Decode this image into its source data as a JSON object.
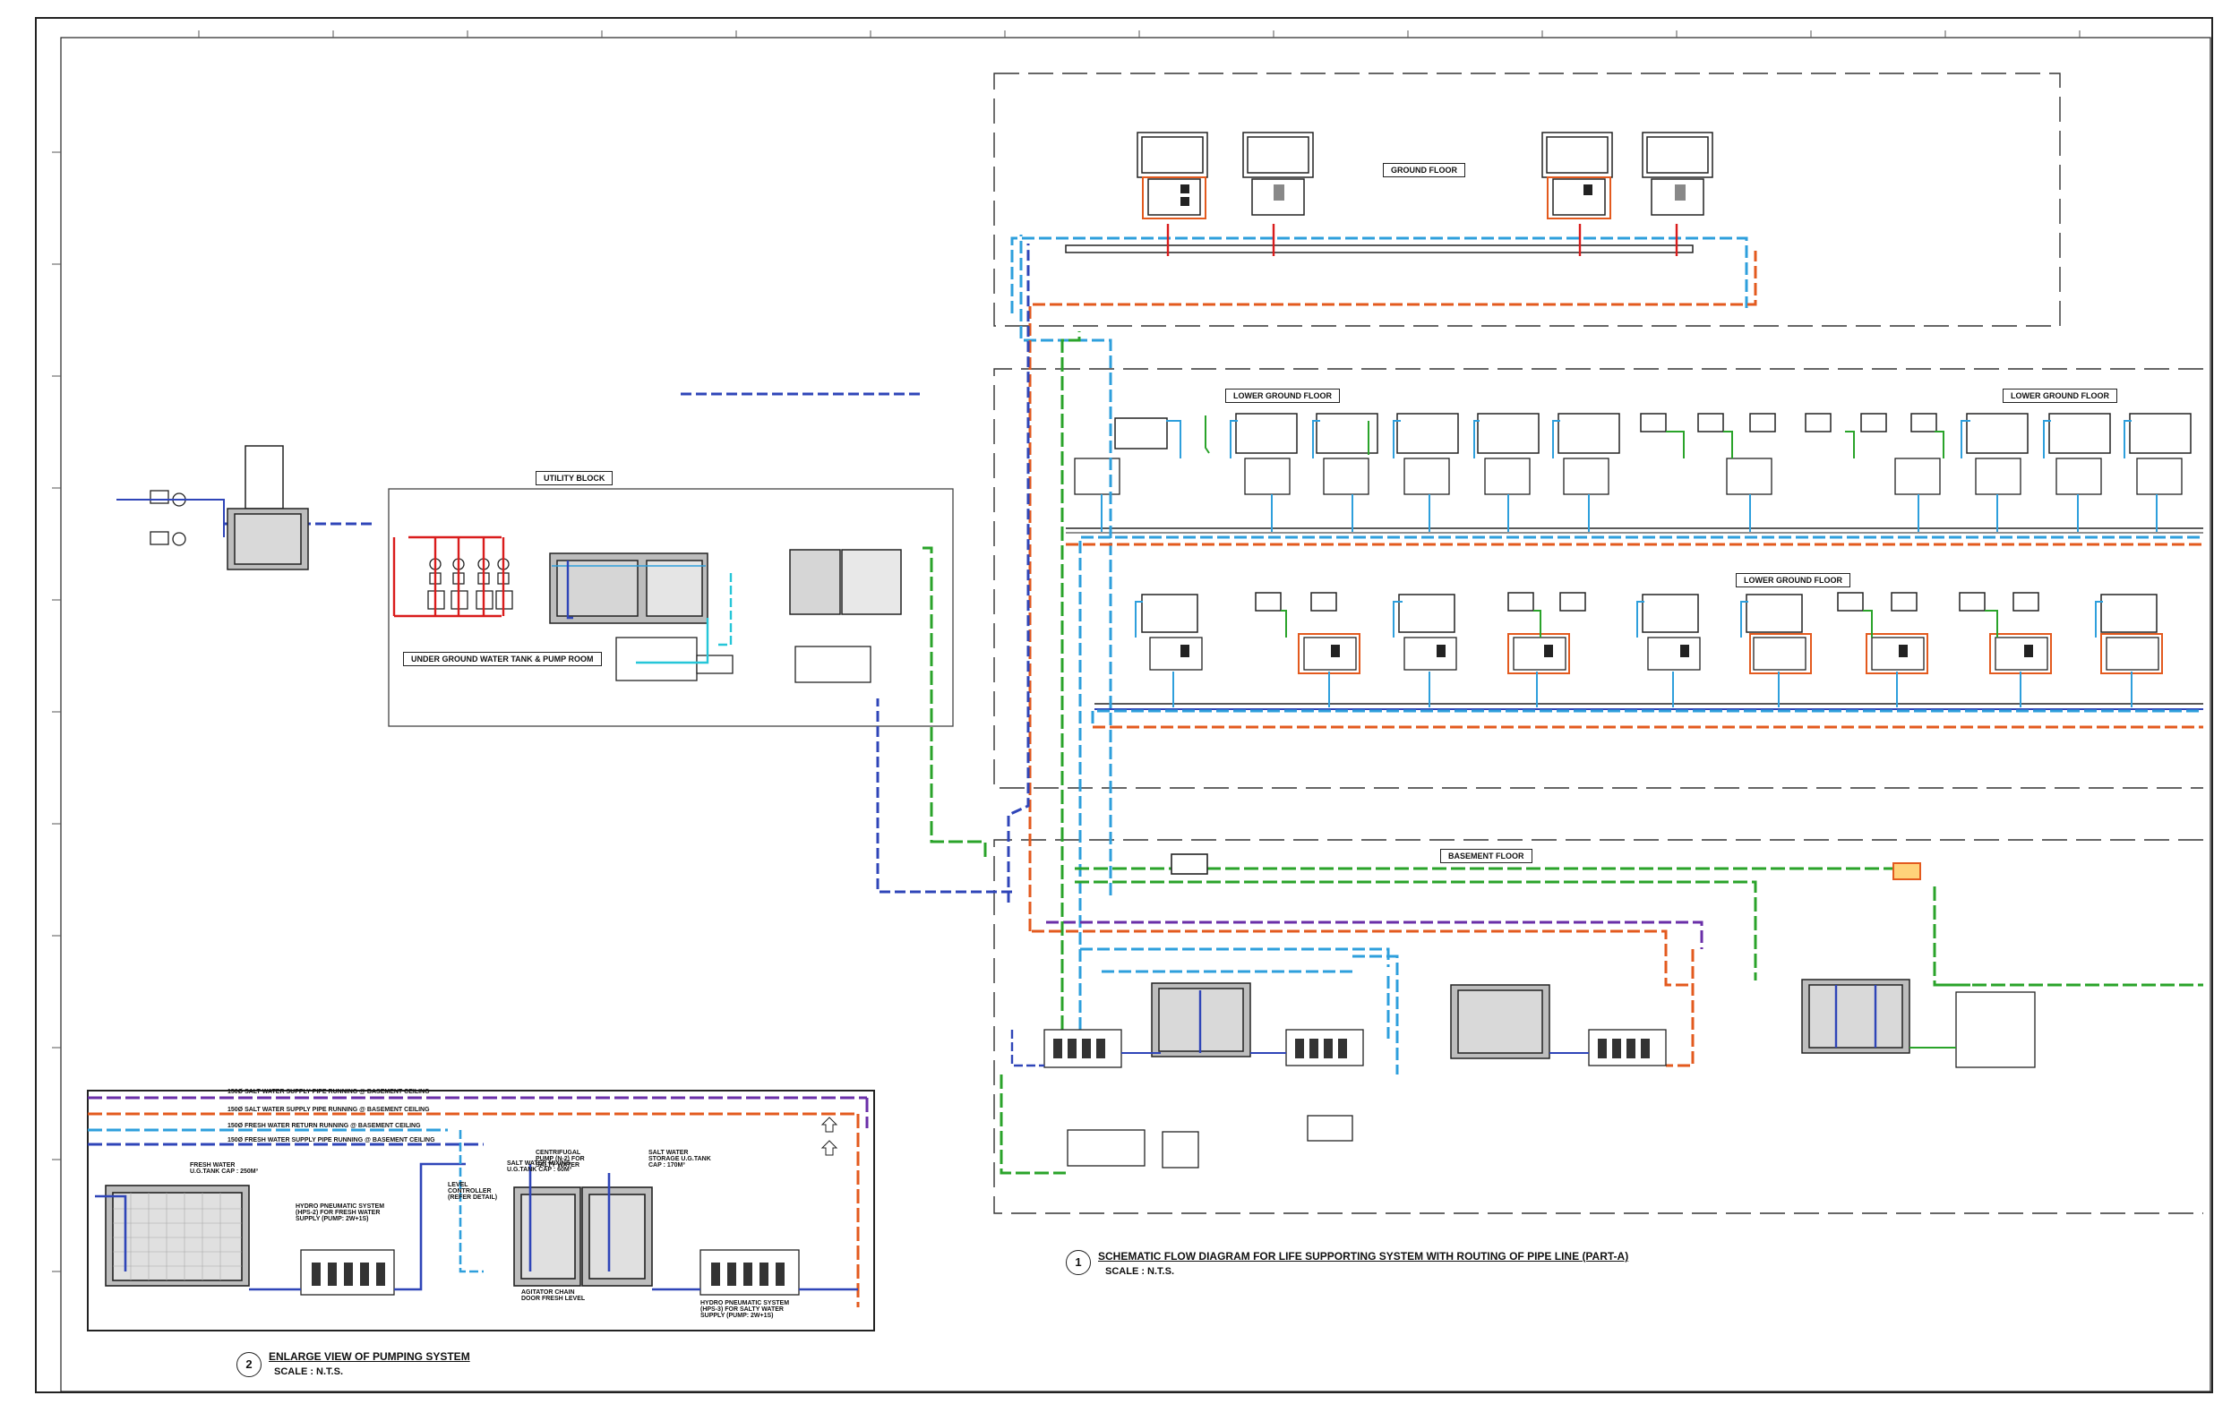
{
  "colors": {
    "border": "#222222",
    "fresh_water": "#2e9fdc",
    "salt_water": "#e35a1e",
    "fresh_return": "#2f45b8",
    "salt_return": "#6a2fa8",
    "green_line": "#2aa32a",
    "red_line": "#d91c1c",
    "gray_fill": "#c9c9c9"
  },
  "zones": {
    "ground_floor": "GROUND FLOOR",
    "lower_ground_floor_1": "LOWER GROUND FLOOR",
    "lower_ground_floor_2": "LOWER GROUND FLOOR",
    "lower_ground_floor_3": "LOWER GROUND FLOOR",
    "basement_floor": "BASEMENT FLOOR",
    "utility_block": "UTILITY BLOCK",
    "underground_tank": "UNDER GROUND WATER TANK & PUMP ROOM"
  },
  "titles": {
    "main_number": "1",
    "main_title": "SCHEMATIC FLOW DIAGRAM FOR LIFE SUPPORTING SYSTEM WITH ROUTING OF PIPE LINE (PART-A)",
    "main_scale": "SCALE : N.T.S.",
    "enlarge_number": "2",
    "enlarge_title": "ENLARGE VIEW OF PUMPING SYSTEM",
    "enlarge_scale": "SCALE : N.T.S."
  },
  "inset_labels": {
    "line1": "150Ø SALT WATER SUPPLY PIPE RUNNING @ BASEMENT CEILING",
    "line2": "150Ø SALT WATER SUPPLY PIPE RUNNING @ BASEMENT CEILING",
    "line3": "150Ø FRESH WATER RETURN RUNNING @ BASEMENT CEILING",
    "line4": "150Ø FRESH WATER SUPPLY PIPE RUNNING @ BASEMENT CEILING",
    "tank1": "FRESH WATER U.G.TANK CAP : 250M³",
    "tank2": "SALT WATER MIXING U.G.TANK CAP : 60M³",
    "tank3": "SALT WATER STORAGE U.G.TANK CAP : 170M³",
    "pump1": "HYDRO PNEUMATIC SYSTEM (HPS-2) FOR FRESH WATER SUPPLY (PUMP: 2W+1S)",
    "pump2": "CENTRIFUGAL PUMP (N-2) FOR SALTY WATER",
    "pump3": "HYDRO PNEUMATIC SYSTEM (HPS-3) FOR SALTY WATER SUPPLY (PUMP: 2W+1S)",
    "level": "LEVEL CONTROLLER (REFER DETAIL)",
    "agitator": "AGITATOR CHAIN DOOR FRESH LEVEL"
  }
}
